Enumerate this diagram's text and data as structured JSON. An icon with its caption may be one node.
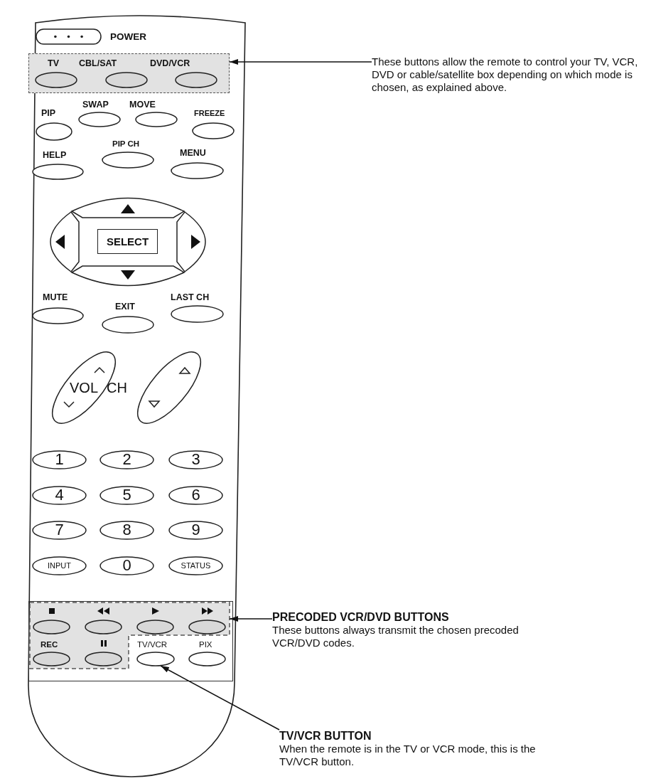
{
  "diagram": {
    "nodes": [
      {
        "text": [
          "POWER"
        ]
      },
      {
        "text": [],
        "shape": "box"
      },
      {
        "text": [
          "TV"
        ],
        "in": 1
      },
      {
        "text": [
          "CBL/SAT"
        ],
        "in": 1
      },
      {
        "text": [
          "DVD/VCR"
        ],
        "in": 1
      },
      {
        "text": [
          "These buttons allow the remote to control your TV, VCR, DVD or cable/satellite box depending on which mode is chosen, as explained above."
        ]
      },
      {
        "text": [
          "PIP"
        ]
      },
      {
        "text": [
          "SWAP"
        ]
      },
      {
        "text": [
          "MOVE"
        ]
      },
      {
        "text": [
          "FREEZE"
        ]
      },
      {
        "text": [
          "HELP"
        ]
      },
      {
        "text": [
          "PIP CH"
        ]
      },
      {
        "text": [
          "MENU"
        ]
      },
      {
        "text": [],
        "shape": "box"
      },
      {
        "text": [],
        "shape": "box"
      },
      {
        "text": [
          "SELECT"
        ]
      },
      {
        "text": [],
        "shape": "box"
      },
      {
        "text": [],
        "shape": "box"
      },
      {
        "text": [
          "MUTE"
        ]
      },
      {
        "text": [
          "EXIT"
        ]
      },
      {
        "text": [
          "LAST CH"
        ]
      },
      {
        "text": [
          "VOL"
        ]
      },
      {
        "text": [
          "CH"
        ]
      },
      {
        "text": [
          "1"
        ]
      },
      {
        "text": [
          "2"
        ]
      },
      {
        "text": [
          "3"
        ]
      },
      {
        "text": [
          "4"
        ]
      },
      {
        "text": [
          "5"
        ]
      },
      {
        "text": [
          "6"
        ]
      },
      {
        "text": [
          "7"
        ]
      },
      {
        "text": [
          "8"
        ]
      },
      {
        "text": [
          "9"
        ]
      },
      {
        "text": [
          "INPUT"
        ]
      },
      {
        "text": [
          "0"
        ]
      },
      {
        "text": [
          "STATUS"
        ]
      },
      {
        "text": [],
        "shape": "box"
      },
      {
        "text": [],
        "shape": "box",
        "in": 35
      },
      {
        "text": [],
        "shape": "ellipse",
        "in": 36
      },
      {
        "text": [],
        "shape": "ellipse",
        "in": 36
      },
      {
        "text": [],
        "shape": "ellipse",
        "in": 36
      },
      {
        "text": [],
        "shape": "ellipse",
        "in": 36
      },
      {
        "text": [
          "REC"
        ],
        "in": 36
      },
      {
        "text": [],
        "shape": "ellipse",
        "in": 36
      },
      {
        "text": [
          "TV/VCR"
        ],
        "in": 35
      },
      {
        "text": [
          "PIX"
        ],
        "in": 35
      },
      {
        "text": [
          "PRECODED VCR/DVD BUTTONS",
          "These buttons always transmit the chosen precoded VCR/DVD codes."
        ]
      },
      {
        "text": [
          "TV/VCR BUTTON",
          "When the remote is in the TV or VCR mode, this is the TV/VCR button."
        ]
      }
    ],
    "edges": [
      {
        "from": 5,
        "to": 1,
        "arrow": "to"
      },
      {
        "from": 45,
        "to": 36,
        "arrow": "to"
      },
      {
        "from": 46,
        "to": 43,
        "arrow": "to"
      }
    ]
  }
}
